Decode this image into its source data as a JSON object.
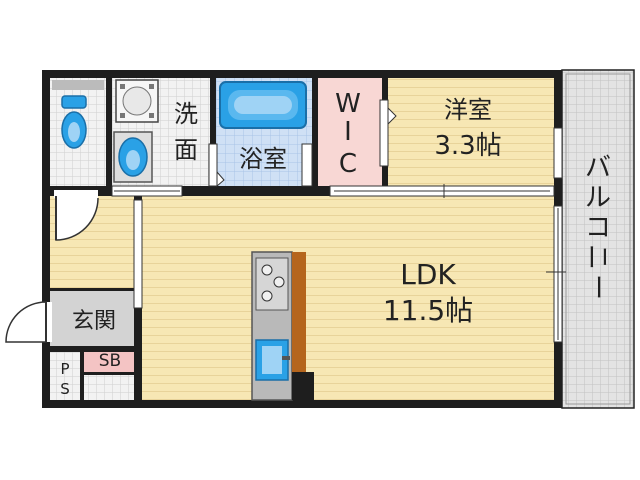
{
  "rooms": {
    "wash_line1": "洗",
    "wash_line2": "面",
    "bath": "浴室",
    "wic_line1": "W",
    "wic_line2": "I",
    "wic_line3": "C",
    "western_name": "洋室",
    "western_size": "3.3帖",
    "ldk_name": "LDK",
    "ldk_size": "11.5帖",
    "entrance": "玄関",
    "sb": "SB",
    "ps_line1": "P",
    "ps_line2": "S",
    "balcony_chars": [
      "バ",
      "ル",
      "コ",
      "ニ",
      "ー"
    ]
  },
  "colors": {
    "wall": "#1e1e1e",
    "floor": "#f7e7b4",
    "tile": "#eeeeee",
    "bath_tile": "#cfe0f5",
    "wic": "#f8d7d4",
    "entrance": "#d3d3d3",
    "sb": "#f4c4c4",
    "fixture": "#2aa1e6",
    "stove": "#b5651d",
    "balcony": "#dcdcdc"
  }
}
